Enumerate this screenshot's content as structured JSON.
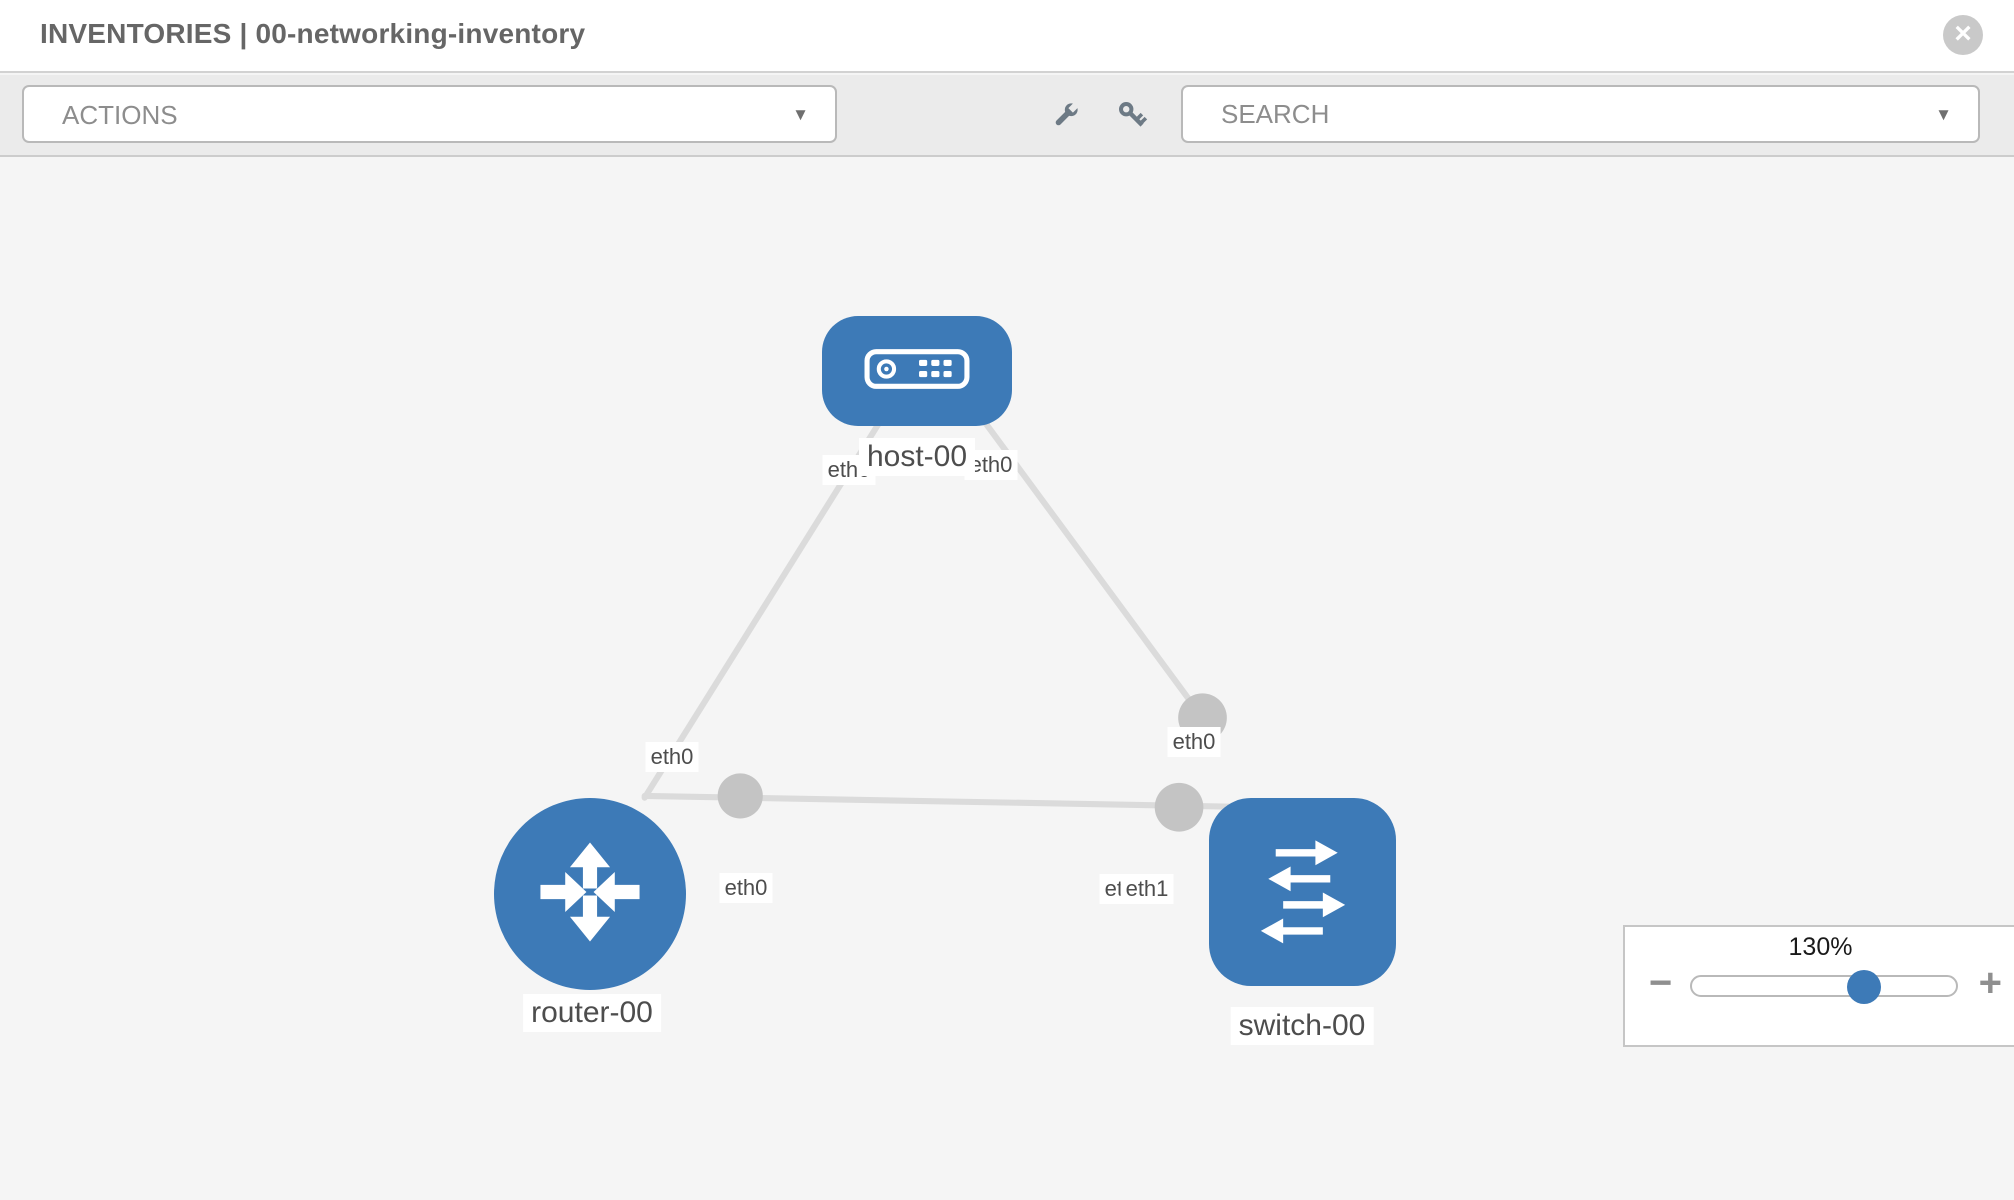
{
  "header": {
    "title": "INVENTORIES | 00-networking-inventory"
  },
  "toolbar": {
    "actions_label": "ACTIONS",
    "search_placeholder": "SEARCH"
  },
  "icons": {
    "close": "×",
    "chevron_down": "▼",
    "wrench": "wrench",
    "key": "key"
  },
  "topology": {
    "nodes": [
      {
        "label": "host-00",
        "type": "host"
      },
      {
        "label": "router-00",
        "type": "router"
      },
      {
        "label": "switch-00",
        "type": "switch"
      }
    ],
    "links": [
      {
        "from": "host-00",
        "to": "router-00"
      },
      {
        "from": "host-00",
        "to": "switch-00"
      },
      {
        "from": "router-00",
        "to": "switch-00"
      }
    ],
    "if_labels": {
      "host_router_at_host": "eth0",
      "host_router_at_router": "eth0",
      "host_switch_at_host": "eth0",
      "host_switch_at_switch": "eth0",
      "router_switch_at_router": "eth0",
      "router_switch_at_switch_under": "eth0",
      "router_switch_at_switch_over": "eth1"
    }
  },
  "zoom_control": {
    "value": "130%",
    "minus_label": "−",
    "plus_label": "+"
  },
  "colors": {
    "node_blue": "#3d7ab7",
    "link_gray": "#dbdbdb",
    "endpoint_gray": "#c4c4c4",
    "toolbar_gray": "#ebebeb"
  }
}
